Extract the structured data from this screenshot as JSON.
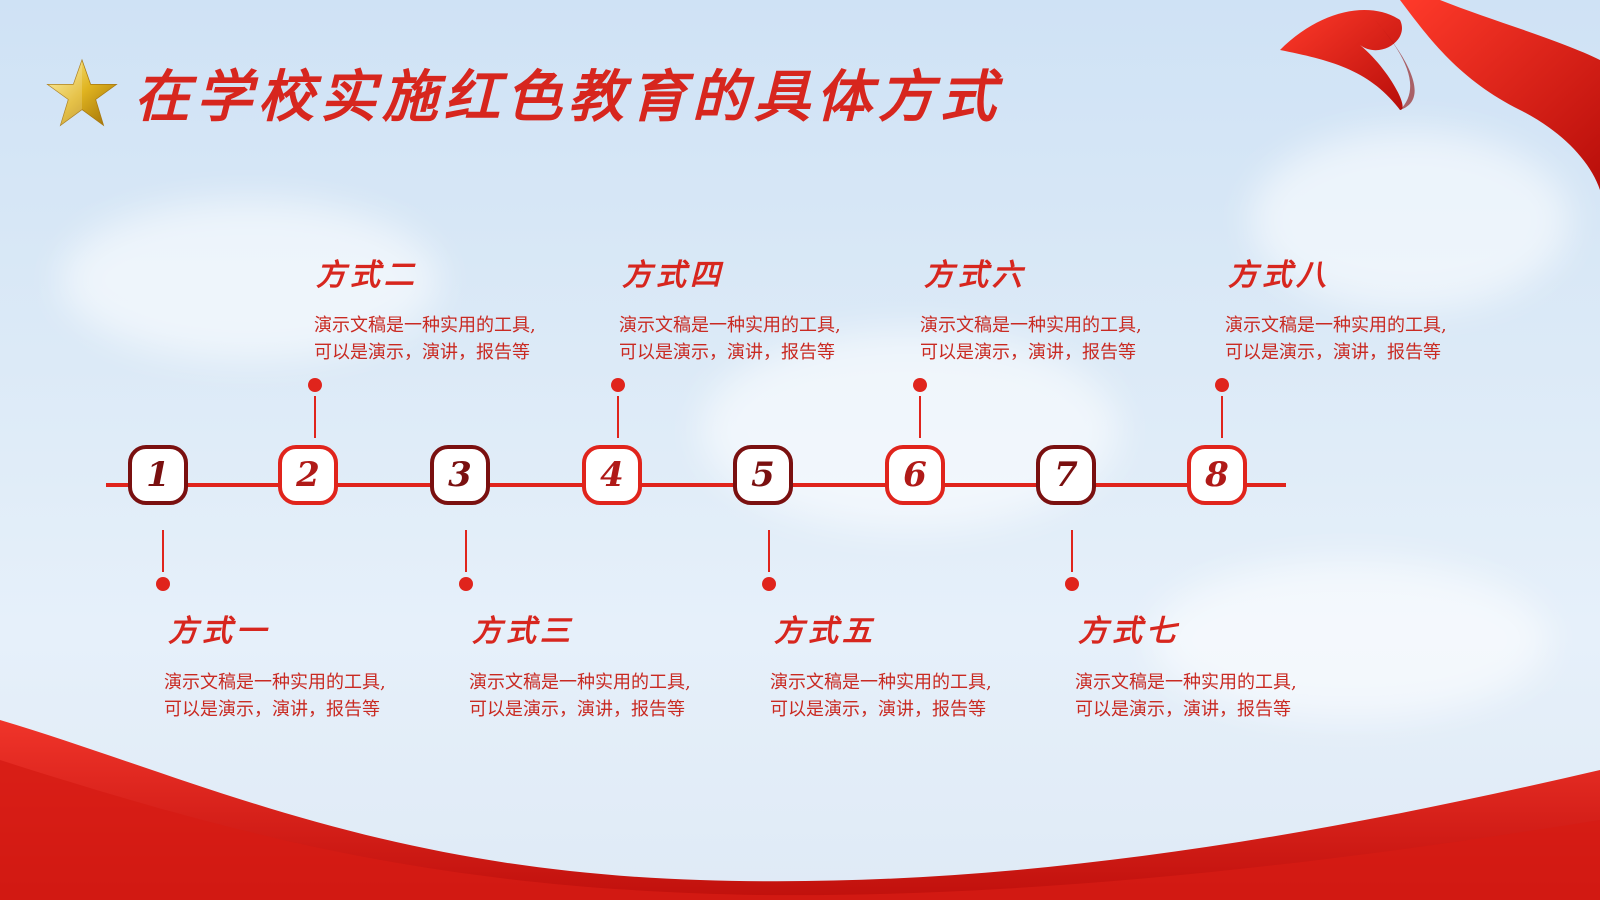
{
  "title": "在学校实施红色教育的具体方式",
  "colors": {
    "accent": "#e0241c",
    "dark": "#7a1010",
    "background": "#dceaf7"
  },
  "steps": [
    {
      "number": "1",
      "label": "方式一",
      "desc": [
        "演示文稿是一种实用的工具,",
        "可以是演示，演讲，报告等"
      ]
    },
    {
      "number": "2",
      "label": "方式二",
      "desc": [
        "演示文稿是一种实用的工具,",
        "可以是演示，演讲，报告等"
      ]
    },
    {
      "number": "3",
      "label": "方式三",
      "desc": [
        "演示文稿是一种实用的工具,",
        "可以是演示，演讲，报告等"
      ]
    },
    {
      "number": "4",
      "label": "方式四",
      "desc": [
        "演示文稿是一种实用的工具,",
        "可以是演示，演讲，报告等"
      ]
    },
    {
      "number": "5",
      "label": "方式五",
      "desc": [
        "演示文稿是一种实用的工具,",
        "可以是演示，演讲，报告等"
      ]
    },
    {
      "number": "6",
      "label": "方式六",
      "desc": [
        "演示文稿是一种实用的工具,",
        "可以是演示，演讲，报告等"
      ]
    },
    {
      "number": "7",
      "label": "方式七",
      "desc": [
        "演示文稿是一种实用的工具,",
        "可以是演示，演讲，报告等"
      ]
    },
    {
      "number": "8",
      "label": "方式八",
      "desc": [
        "演示文稿是一种实用的工具,",
        "可以是演示，演讲，报告等"
      ]
    }
  ]
}
